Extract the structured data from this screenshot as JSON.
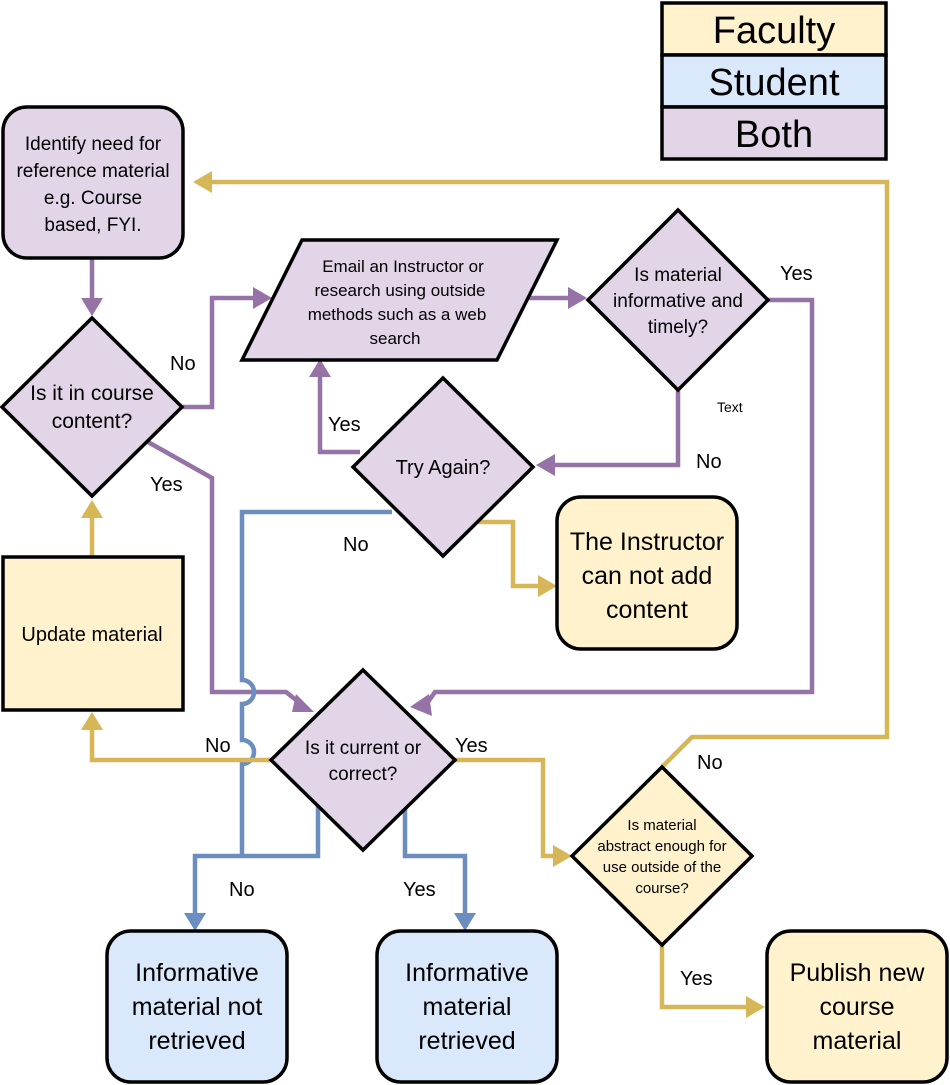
{
  "legend": {
    "faculty": "Faculty",
    "student": "Student",
    "both": "Both"
  },
  "nodes": {
    "identify_need": [
      "Identify need for",
      "reference material",
      "e.g. Course",
      "based, FYI."
    ],
    "in_course_content": [
      "Is it in course",
      "content?"
    ],
    "email_instructor": [
      "Email an Instructor or",
      "research using outside",
      "methods such as a web",
      "search"
    ],
    "informative_timely": [
      "Is material",
      "informative and",
      "timely?"
    ],
    "try_again": [
      "Try Again?"
    ],
    "instructor_cannot_add": [
      "The Instructor",
      "can not add",
      "content"
    ],
    "update_material": [
      "Update material"
    ],
    "current_correct": [
      "Is it current or",
      "correct?"
    ],
    "abstract_enough": [
      "Is material",
      "abstract enough for",
      "use outside of the",
      "course?"
    ],
    "not_retrieved": [
      "Informative",
      "material not",
      "retrieved"
    ],
    "retrieved": [
      "Informative",
      "material",
      "retrieved"
    ],
    "publish": [
      "Publish new",
      "course",
      "material"
    ]
  },
  "edge_labels": {
    "course_content_no": "No",
    "course_content_yes": "Yes",
    "timely_yes": "Yes",
    "timely_no": "No",
    "stray_text": "Text",
    "try_again_yes": "Yes",
    "try_again_no": "No",
    "current_no": "No",
    "current_yes": "Yes",
    "abstract_no": "No",
    "current_blue_no": "No",
    "current_blue_yes": "Yes",
    "abstract_yes": "Yes"
  },
  "colors": {
    "faculty": "#fff2cc",
    "student": "#dae8fc",
    "both": "#e1d5e7",
    "purple_edge": "#9673a6",
    "gold_edge": "#d6b656",
    "blue_edge": "#6c8ebf"
  }
}
